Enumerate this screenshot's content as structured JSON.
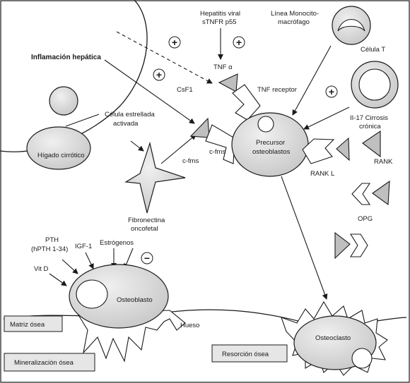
{
  "labels": {
    "inflammation": "Inflamación hepática",
    "hepatitis_line1": "Hepatitis viral",
    "hepatitis_line2": "sTNFR p55",
    "tnf_alpha": "TNF α",
    "monocyte_line1": "Línea Monocito-",
    "monocyte_line2": "macrófago",
    "t_cell": "Célula T",
    "csf1": "CsF1",
    "tnf_receptor": "TNF receptor",
    "il17_line1": "II-17 Cirrosis",
    "il17_line2": "crónica",
    "stellate_line1": "Célula estrellada",
    "stellate_line2": "activada",
    "cirrhotic_liver": "Hígado cirrótico",
    "cfms_1": "c-fms",
    "cfms_2": "c-fms",
    "precursor_line1": "Precursor",
    "precursor_line2": "osteoblastos",
    "rankl": "RANK L",
    "rank": "RANK",
    "fibronectin_line1": "Fibronectina",
    "fibronectin_line2": "oncofetal",
    "opg": "OPG",
    "pth_line1": "PTH",
    "pth_line2": "(hPTH 1-34)",
    "igf1": "IGF-1",
    "estrogens": "Estrógenos",
    "vitd": "Vit D",
    "osteoblast": "Osteoblasto",
    "bone": "Hueso",
    "osteoclast": "Osteoclasto"
  },
  "boxes": {
    "bone_matrix": "Matriz ósea",
    "mineralization": "Mineralización ósea",
    "resorption": "Resorción ósea"
  },
  "signs": {
    "plus": "+",
    "minus": "−"
  },
  "colors": {
    "cell_fill": "#d9d9d9",
    "stroke": "#1a1a1a",
    "box_fill": "#e6e6e6",
    "background": "#ffffff"
  }
}
